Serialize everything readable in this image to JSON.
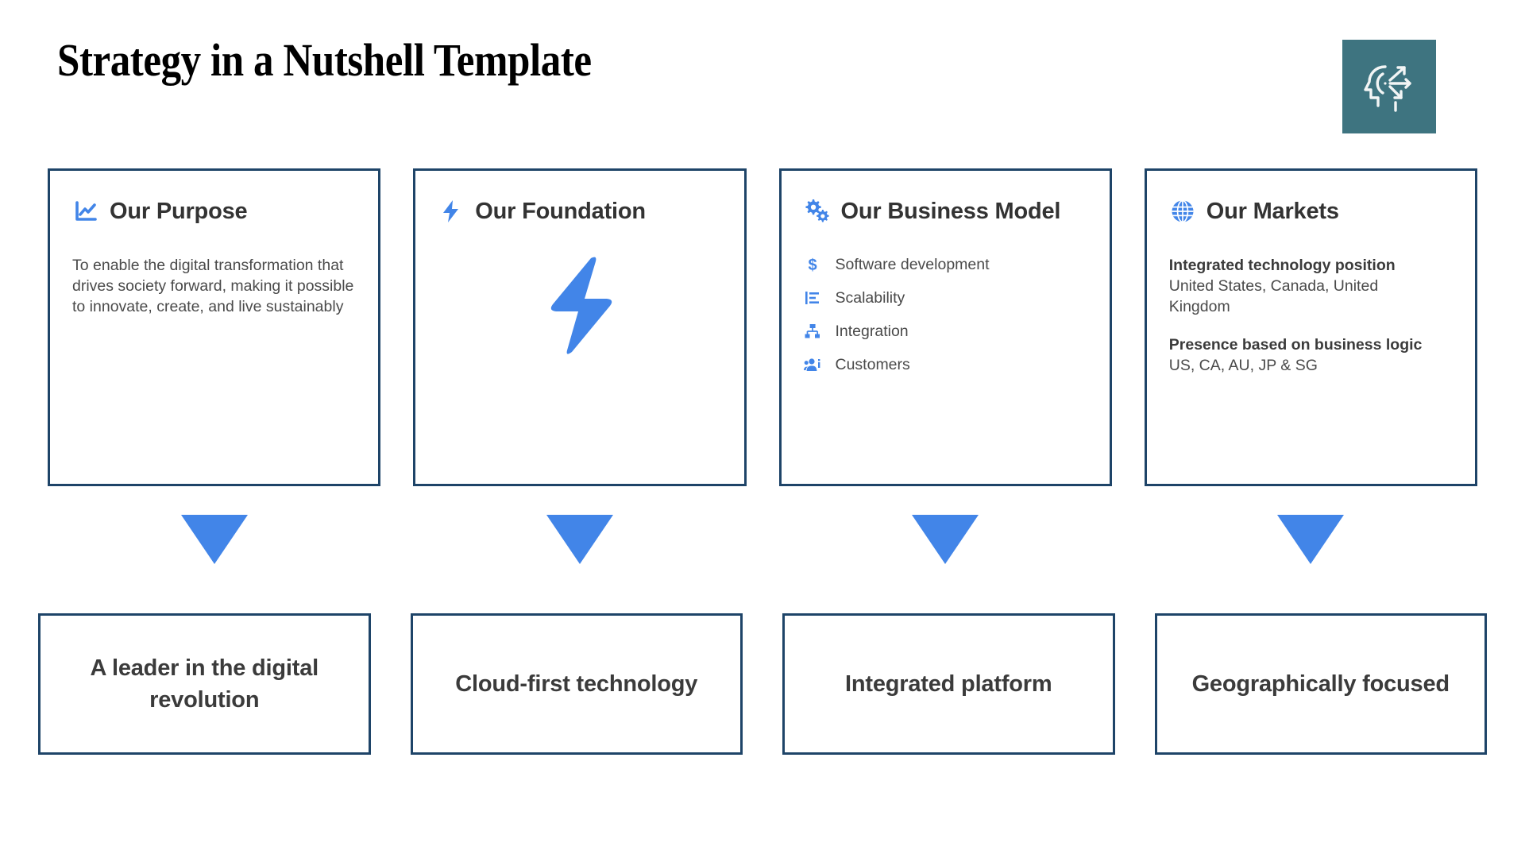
{
  "header": {
    "title": "Strategy in a Nutshell Template",
    "logo_icon": "head-strategy-arrows-icon",
    "logo_bg_color": "#3E7480"
  },
  "theme": {
    "accent_blue": "#4285E8",
    "border_navy": "#1E4468",
    "text_dark": "#333333",
    "text_body": "#4a4a4a"
  },
  "cards": [
    {
      "icon": "line-chart-icon",
      "title": "Our Purpose",
      "paragraph": "To enable the digital transformation that drives society forward, making it possible to innovate, create, and live sustainably"
    },
    {
      "icon": "lightning-bolt-icon",
      "title": "Our Foundation",
      "feature_icon": "lightning-bolt-large-icon"
    },
    {
      "icon": "gears-icon",
      "title": "Our Business Model",
      "items": [
        {
          "icon": "dollar-sign-icon",
          "label": "Software development"
        },
        {
          "icon": "bar-chart-icon",
          "label": "Scalability"
        },
        {
          "icon": "sitemap-icon",
          "label": "Integration"
        },
        {
          "icon": "people-group-icon",
          "label": "Customers"
        }
      ]
    },
    {
      "icon": "globe-icon",
      "title": "Our Markets",
      "blocks": [
        {
          "heading": "Integrated technology position",
          "text": "United States, Canada, United Kingdom"
        },
        {
          "heading": "Presence based on business logic",
          "text": "US, CA, AU, JP & SG"
        }
      ]
    }
  ],
  "arrows": [
    {
      "name": "down-arrow-1"
    },
    {
      "name": "down-arrow-2"
    },
    {
      "name": "down-arrow-3"
    },
    {
      "name": "down-arrow-4"
    }
  ],
  "outcomes": [
    {
      "text": "A leader in the digital revolution"
    },
    {
      "text": "Cloud-first technology"
    },
    {
      "text": "Integrated platform"
    },
    {
      "text": "Geographically focused"
    }
  ]
}
